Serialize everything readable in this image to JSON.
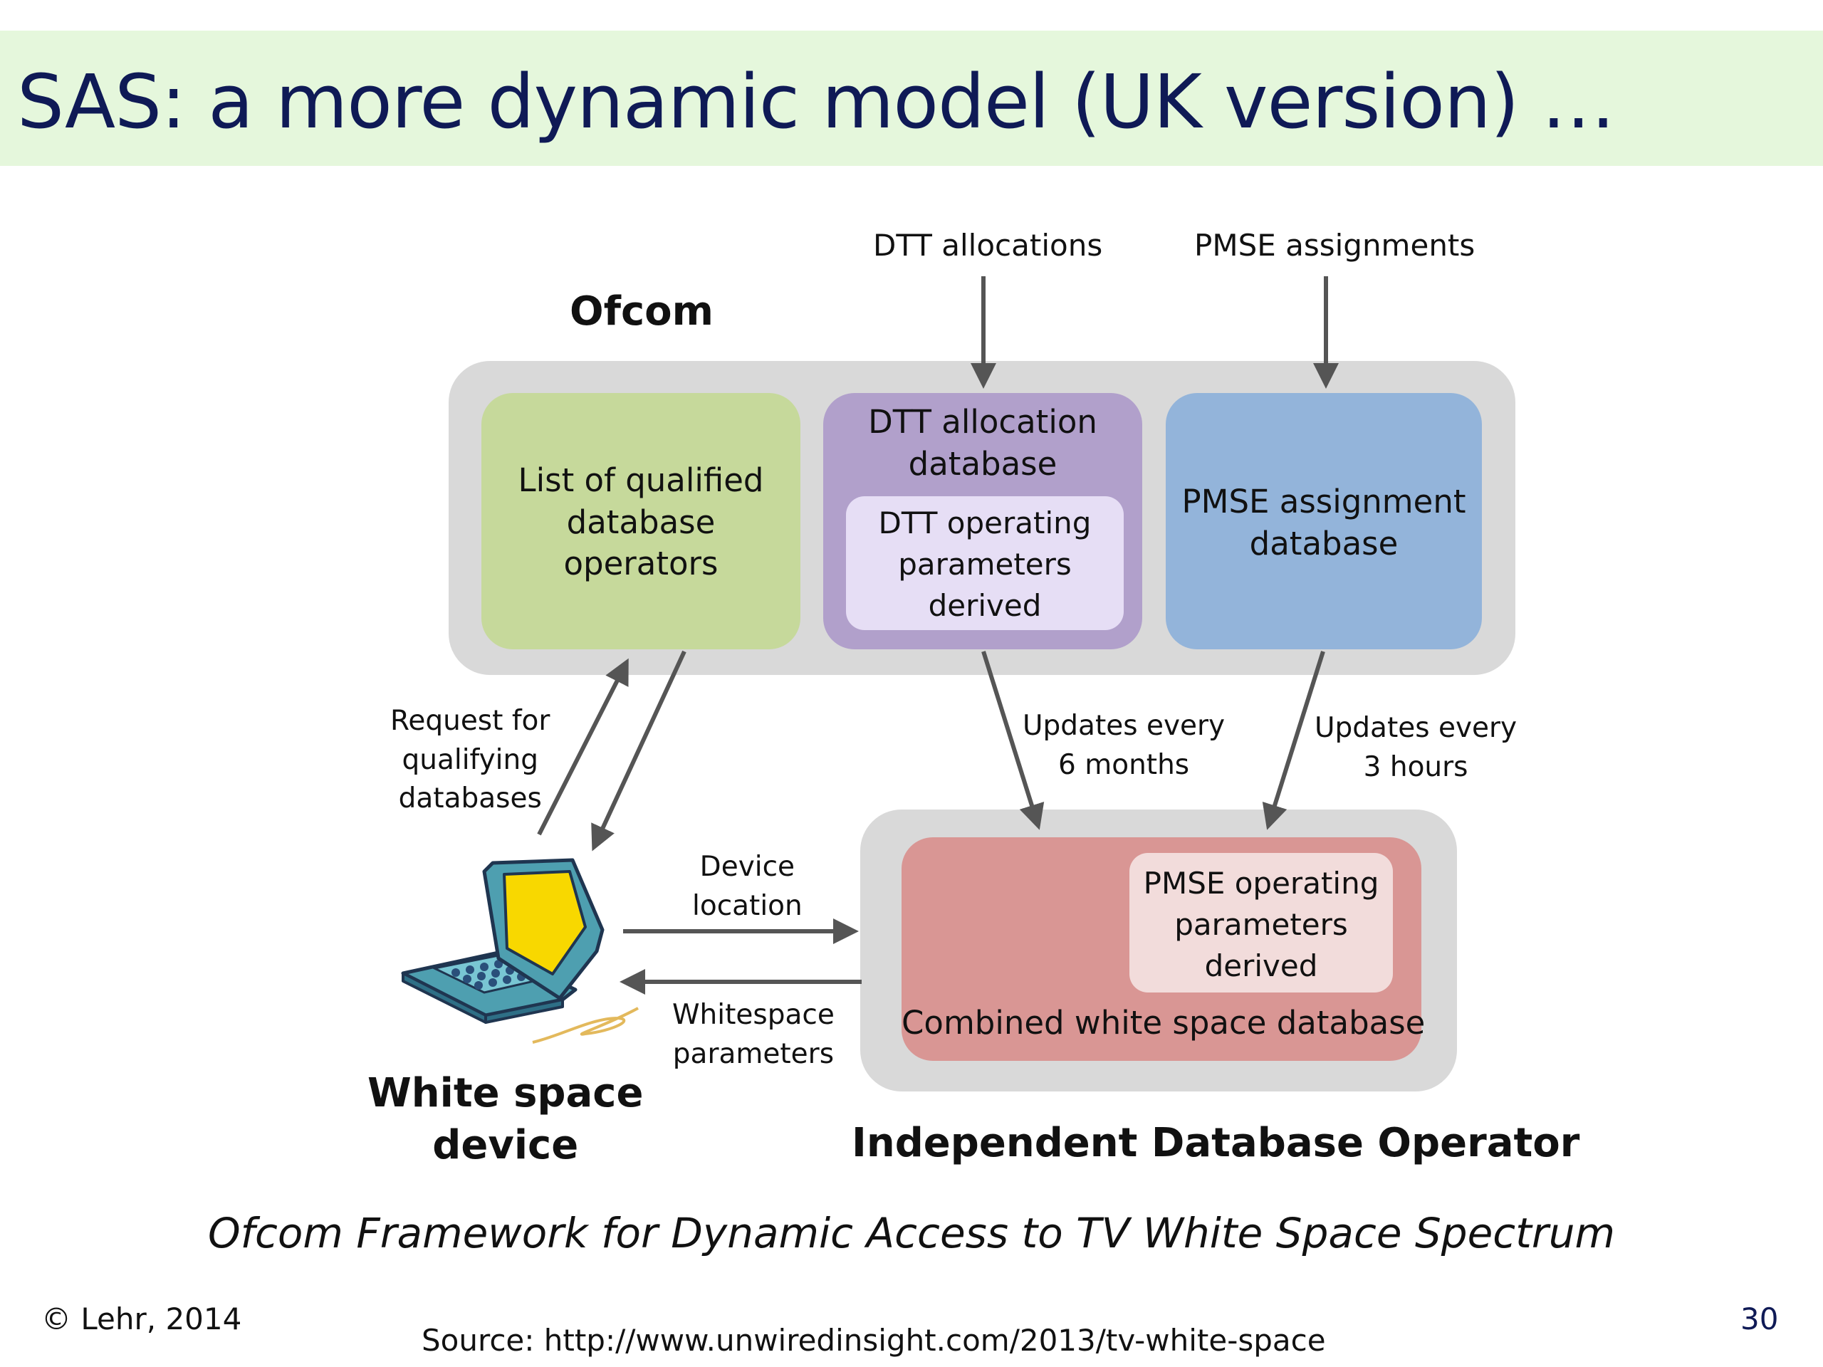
{
  "slide": {
    "title": "SAS: a more dynamic model (UK version) …",
    "footer_left": "© Lehr, 2014",
    "footer_source": "Source: http://www.unwiredinsight.com/2013/tv-white-space",
    "page_number": "30"
  },
  "diagram": {
    "caption": "Ofcom Framework for Dynamic Access to TV White Space Spectrum",
    "inputs": {
      "dtt_allocations": "DTT allocations",
      "pmse_assignments": "PMSE assignments"
    },
    "ofcom": {
      "label": "Ofcom",
      "qualified_list": [
        "List of qualified",
        "database",
        "operators"
      ],
      "dtt_database": [
        "DTT allocation",
        "database"
      ],
      "dtt_parameters": [
        "DTT operating",
        "parameters",
        "derived"
      ],
      "pmse_database": [
        "PMSE assignment",
        "database"
      ]
    },
    "operator": {
      "label": "Independent Database Operator",
      "combined_database": "Combined white space database",
      "pmse_parameters": [
        "PMSE operating",
        "parameters",
        "derived"
      ]
    },
    "device": {
      "label": [
        "White space",
        "device"
      ]
    },
    "flows": {
      "request": [
        "Request for",
        "qualifying",
        "databases"
      ],
      "dtt_updates": [
        "Updates every",
        "6 months"
      ],
      "pmse_updates": [
        "Updates every",
        "3 hours"
      ],
      "device_location": [
        "Device",
        "location"
      ],
      "whitespace_parameters": [
        "Whitespace",
        "parameters"
      ]
    },
    "colors": {
      "title_band": "#e5f7dc",
      "title_text": "#0f1a56",
      "group_bg": "#d9d9d9",
      "qualified_box": "#c6d99b",
      "dtt_box": "#b1a0cb",
      "dtt_inner": "#e6def5",
      "pmse_box": "#93b4da",
      "combined_box": "#d99694",
      "pmse_inner": "#f2dcdb",
      "arrow": "#555555"
    }
  }
}
